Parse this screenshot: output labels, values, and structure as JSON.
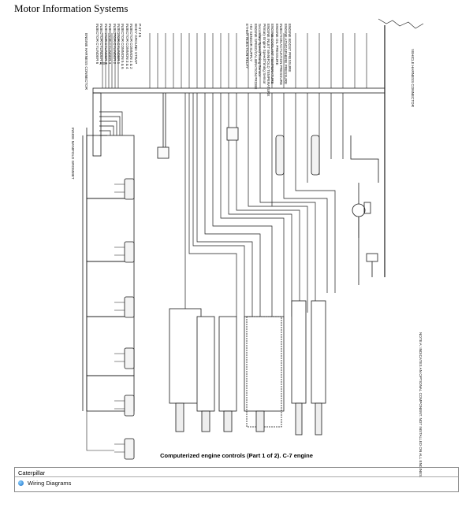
{
  "header": {
    "title": "Motor Information Systems"
  },
  "diagram": {
    "caption": "Computerized engine controls (Part 1 of 2). C-7 engine",
    "top_label": "ENGINE HARNESS CONNECTOR",
    "left_label": "INSIDE MANIFOLD GROMMET",
    "right_label": "VEHICLE HARNESS CONNECTOR",
    "wire_list": "P-37 J-5\nBODY GROUND STRAP\nINJECTOR COMMON 1 & 2\nINJECTOR COMMON 3 & 4\nINJECTOR COMMON 5 & 6\nINJECTOR CYLINDER 1\nINJECTOR CYLINDER 2\nINJECTOR CYLINDER 3\nINJECTOR CYLINDER 4\nINJECTOR CYLINDER 5\nINJECTOR CYLINDER 6",
    "sensor_list": "ENGINE BOOST PRESSURE\nENGINE ATMOSPHERE PRESSURE\nINJECTION ACTUATION PRESSURE\nENGINE OIL PRESSURE\nENGINE COOLANT TEMPERATURE\nENGINE INLET MANIFOLD TEMPERATURE\nPrimary Engine Speed/Timing Sensor\nSecondary Speed/Timing Sensor\nENGINE SPEED/CALIBRATION PROBE\n+5V SENSOR SUPPLY\nETHER INJECTION RELAY",
    "note": "NOTE A: INDICATES AN OPTIONAL COMPONENT. NOT INSTALLED ON ALL ENGINES."
  },
  "footer": {
    "brand": "Caterpillar",
    "link": "Wiring Diagrams"
  },
  "colors": {
    "ink": "#1a1a1a",
    "link_icon": "#1b6fc7",
    "border": "#888888"
  }
}
